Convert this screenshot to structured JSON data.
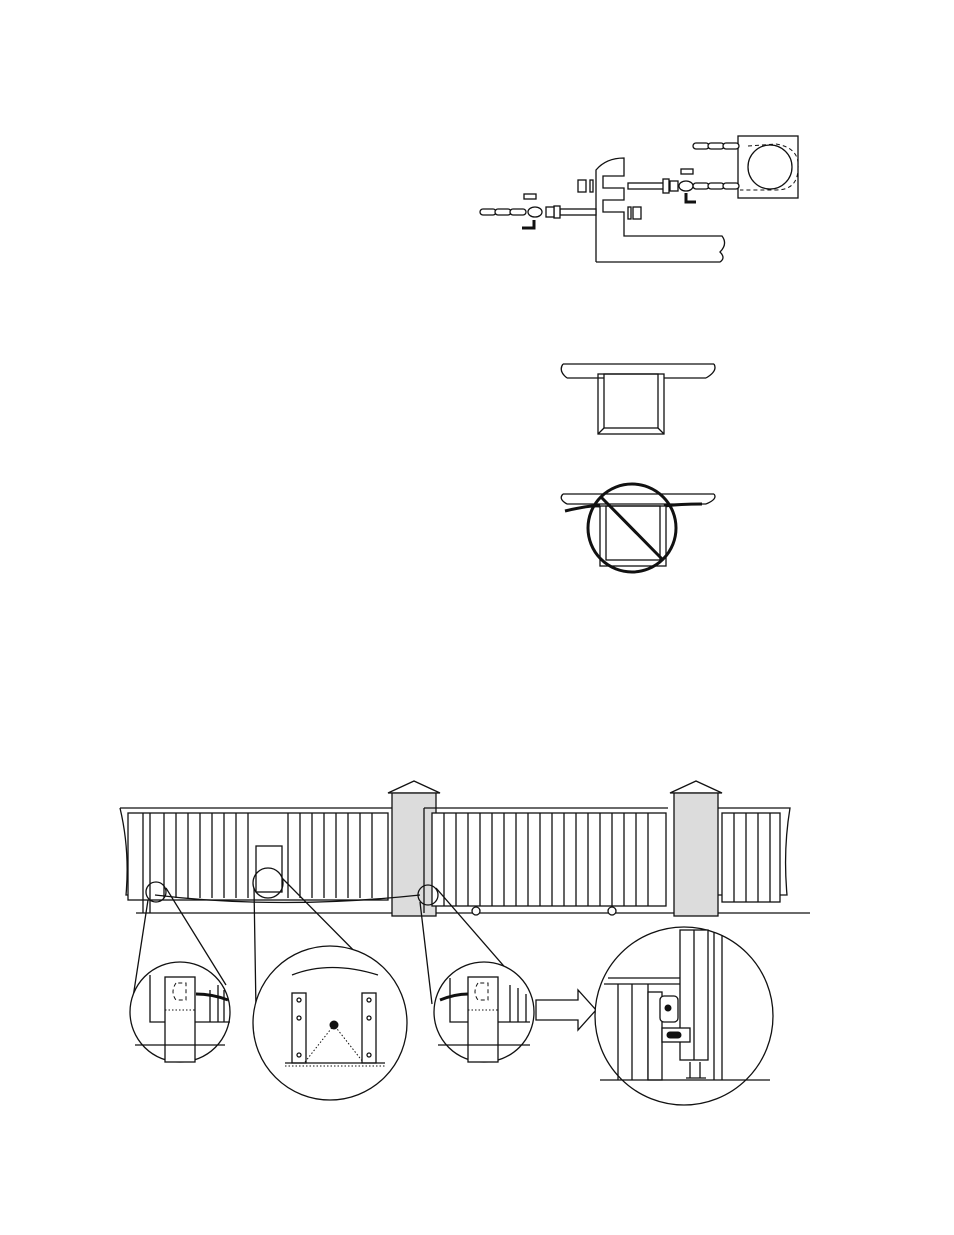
{
  "figures": [
    {
      "id": "chain-tensioner-bracket",
      "description_text": ""
    },
    {
      "id": "sprocket-alignment-correct",
      "description_text": ""
    },
    {
      "id": "sprocket-alignment-incorrect",
      "description_text": ""
    },
    {
      "id": "gate-chain-installation-overview",
      "description_text": ""
    }
  ]
}
